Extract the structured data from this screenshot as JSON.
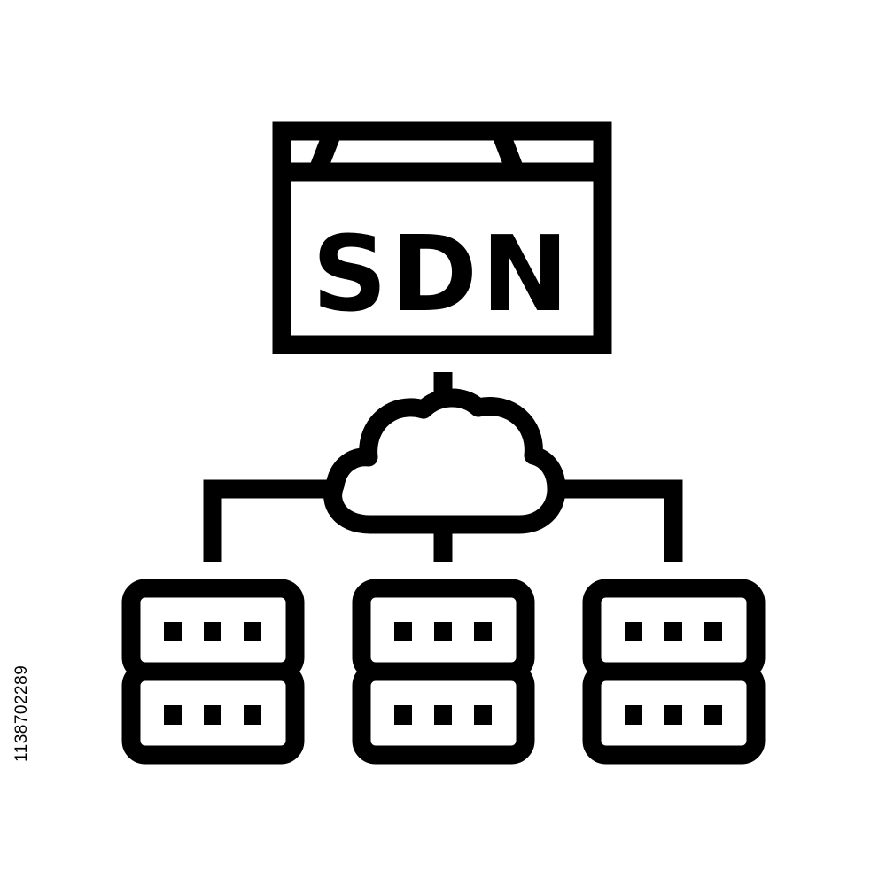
{
  "icon": {
    "label": "SDN",
    "stroke_color": "#000000",
    "background_color": "#ffffff",
    "server_count": 3,
    "units_per_server": 2,
    "lights_per_unit": 3
  },
  "stock_id": "1138702289"
}
